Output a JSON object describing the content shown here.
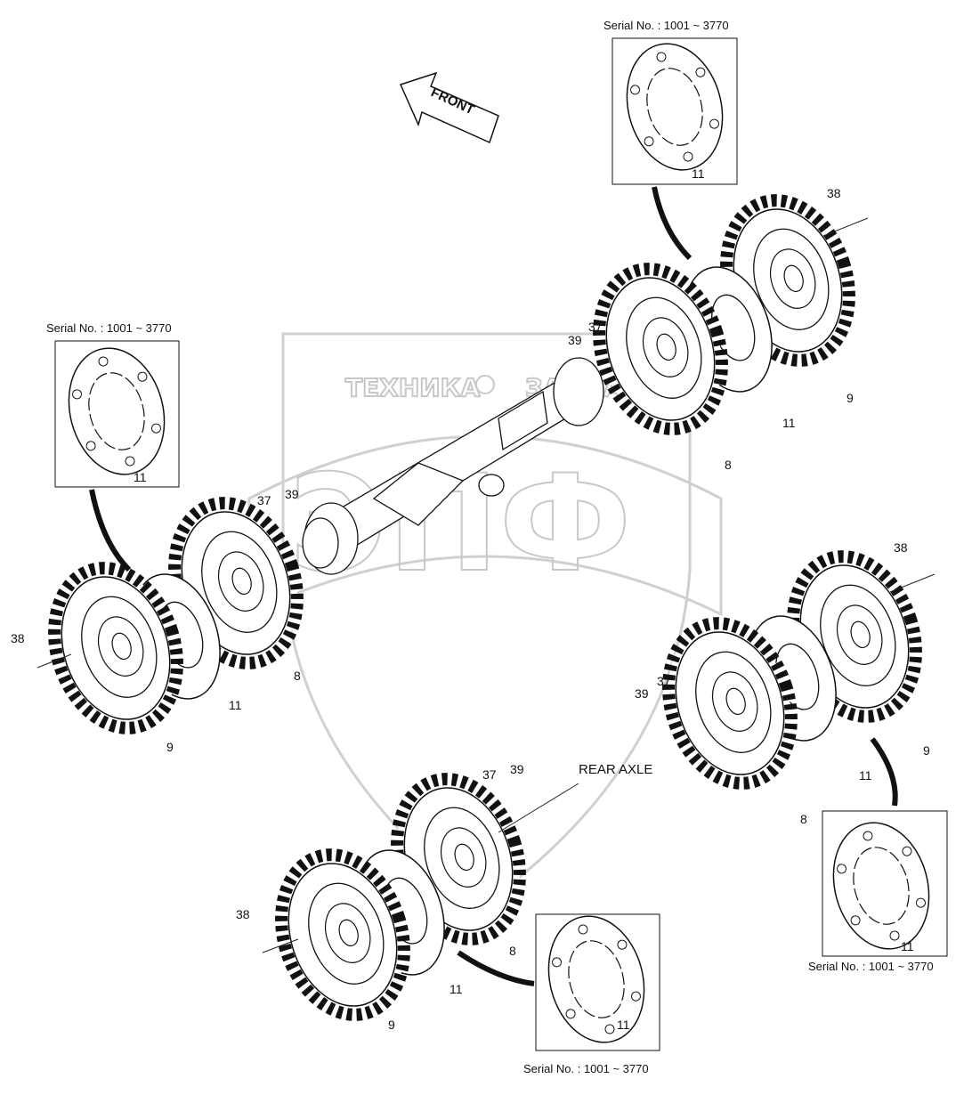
{
  "diagram": {
    "orientation_arrow": "FRONT",
    "rear_axle_label": "REAR AXLE",
    "watermark": {
      "top_text": "ТЕХНИКА",
      "top_text_2": "ЗАПЧАСТИ",
      "logo_letters": "ЭПФ"
    },
    "insets": [
      {
        "serial": "Serial No. : 1001 ~ 3770",
        "part": "11"
      },
      {
        "serial": "Serial No. : 1001 ~ 3770",
        "part": "11"
      },
      {
        "serial": "Serial No. : 1001 ~ 3770",
        "part": "11"
      },
      {
        "serial": "Serial No. : 1001 ~ 3770",
        "part": "11"
      }
    ],
    "groups": {
      "front_right": {
        "bolt": "38",
        "washer": "37",
        "nut": "39",
        "spacer": "11",
        "outer_tire": "9",
        "inner_tire": "8"
      },
      "front_left": {
        "bolt": "38",
        "washer": "37",
        "nut": "39",
        "spacer": "11",
        "outer_tire": "9",
        "inner_tire": "8"
      },
      "rear_right": {
        "bolt": "38",
        "washer": "37",
        "nut": "39",
        "spacer": "11",
        "outer_tire": "9",
        "inner_tire": "8"
      },
      "rear_left": {
        "bolt": "38",
        "washer": "37",
        "nut": "39",
        "spacer": "11",
        "outer_tire": "9",
        "inner_tire": "8"
      }
    }
  }
}
